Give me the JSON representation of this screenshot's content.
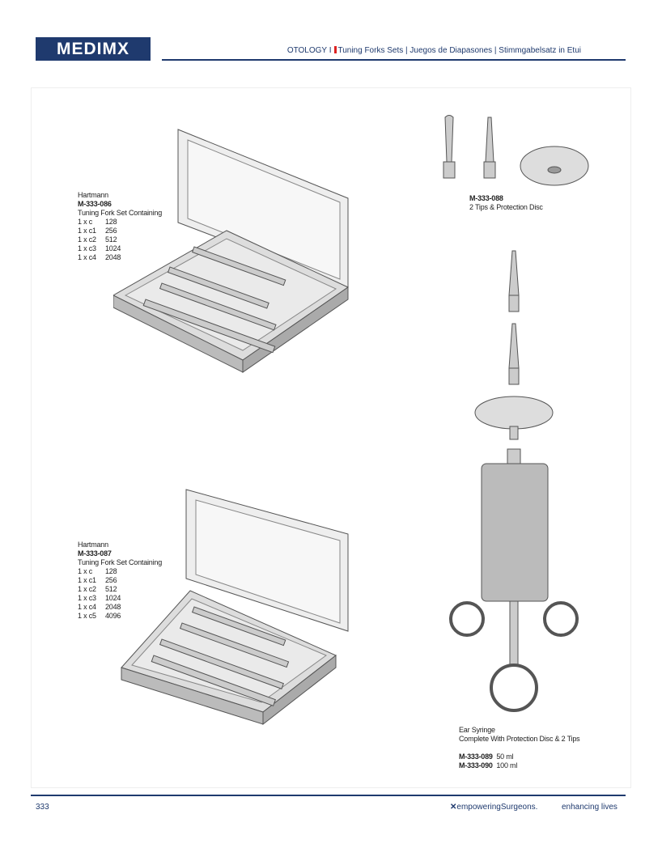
{
  "header": {
    "logo": "MEDIMX",
    "section": "OTOLOGY",
    "separator": "I",
    "title": "Tuning Forks Sets | Juegos de Diapasones | Stimmgabelsatz in Etui"
  },
  "products": [
    {
      "maker": "Hartmann",
      "code": "M-333-086",
      "desc": "Tuning Fork Set Containing",
      "items": [
        {
          "q": "1 x c",
          "f": "128"
        },
        {
          "q": "1 x c1",
          "f": "256"
        },
        {
          "q": "1 x c2",
          "f": "512"
        },
        {
          "q": "1 x c3",
          "f": "1024"
        },
        {
          "q": "1 x c4",
          "f": "2048"
        }
      ]
    },
    {
      "maker": "Hartmann",
      "code": "M-333-087",
      "desc": "Tuning Fork Set Containing",
      "items": [
        {
          "q": "1 x c",
          "f": "128"
        },
        {
          "q": "1 x c1",
          "f": "256"
        },
        {
          "q": "1 x c2",
          "f": "512"
        },
        {
          "q": "1 x c3",
          "f": "1024"
        },
        {
          "q": "1 x c4",
          "f": "2048"
        },
        {
          "q": "1 x c5",
          "f": "4096"
        }
      ]
    }
  ],
  "tips": {
    "code": "M-333-088",
    "desc": "2 Tips & Protection Disc"
  },
  "syringe": {
    "name": "Ear Syringe",
    "desc": "Complete With Protection Disc & 2 Tips",
    "variants": [
      {
        "code": "M-333-089",
        "size": "50 ml"
      },
      {
        "code": "M-333-090",
        "size": "100 ml"
      }
    ]
  },
  "footer": {
    "page": "333",
    "slogan": "empoweringSurgeons.",
    "tagline": "enhancing lives"
  }
}
